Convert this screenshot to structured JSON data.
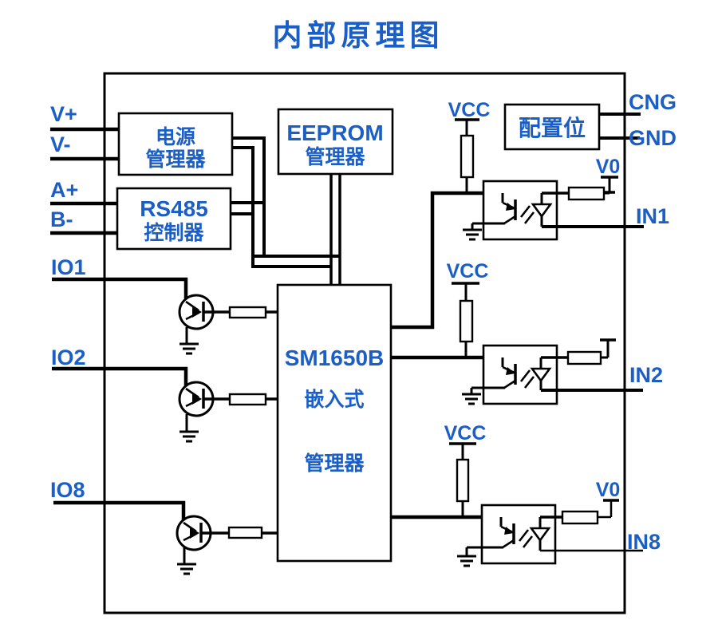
{
  "title": "内部原理图",
  "colors": {
    "label_blue": "#1b5ec6",
    "wire_black": "#000000",
    "background": "#ffffff"
  },
  "blocks": {
    "power": {
      "line1": "电源",
      "line2": "管理器"
    },
    "eeprom": {
      "line1": "EEPROM",
      "line2": "管理器"
    },
    "rs485": {
      "line1": "RS485",
      "line2": "控制器"
    },
    "mcu": {
      "line1": "SM1650B",
      "line2": "嵌入式",
      "line3": "管理器"
    },
    "config": {
      "label": "配置位"
    }
  },
  "pins": {
    "v_plus": "V+",
    "v_minus": "V-",
    "a_plus": "A+",
    "b_minus": "B-",
    "io1": "IO1",
    "io2": "IO2",
    "io8": "IO8",
    "cng": "CNG",
    "gnd": "GND",
    "in1": "IN1",
    "in2": "IN2",
    "in8": "IN8",
    "vcc": "VCC",
    "v0": "V0"
  },
  "symbols": [
    "optocoupler",
    "npn-transistor",
    "resistor",
    "ground",
    "terminal"
  ]
}
